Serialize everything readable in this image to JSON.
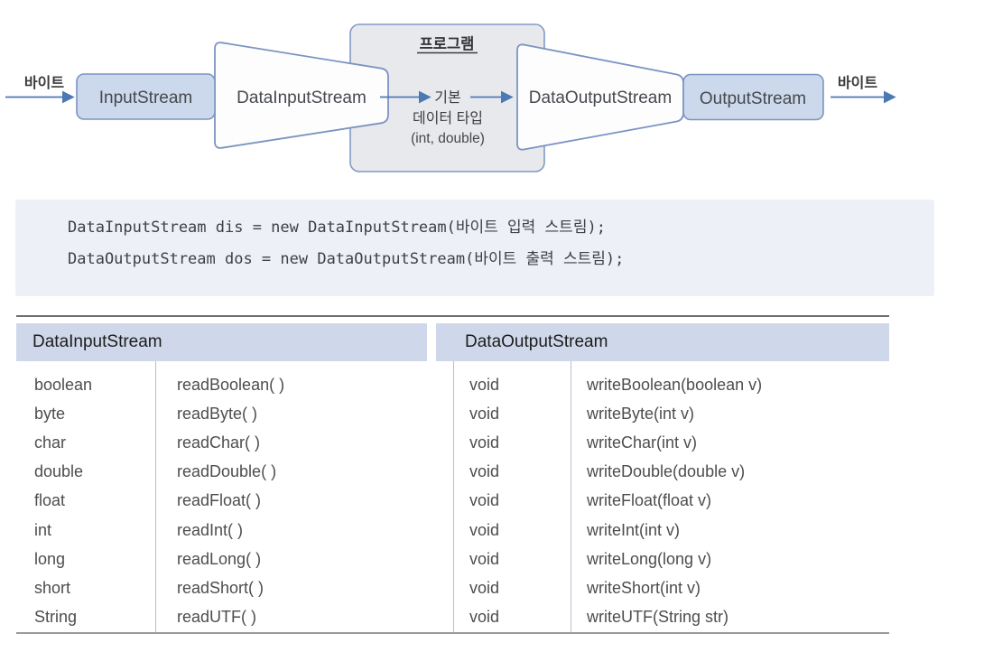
{
  "diagram": {
    "byte_label_left": "바이트",
    "byte_label_right": "바이트",
    "input_stream_label": "InputStream",
    "data_input_stream_label": "DataInputStream",
    "data_output_stream_label": "DataOutputStream",
    "output_stream_label": "OutputStream",
    "program_box": {
      "title": "프로그램",
      "line1": "기본",
      "line2": "데이터 타입",
      "line3": "(int, double)"
    },
    "colors": {
      "box_fill": "#ccd8eb",
      "box_border": "#7b94c1",
      "program_fill": "#e8e9ed",
      "program_border": "#8299c5",
      "arrow": "#4c78b4",
      "trapezoid_fill": "#fdfdfe"
    }
  },
  "code": {
    "background": "#edf1f7",
    "lines": [
      "DataInputStream dis = new DataInputStream(바이트 입력 스트림);",
      "DataOutputStream dos = new DataOutputStream(바이트 출력 스트림);"
    ]
  },
  "table": {
    "header_bg": "#cfd8ea",
    "headers": [
      "DataInputStream",
      "DataOutputStream"
    ],
    "rows": [
      {
        "type": "boolean",
        "read_method": "readBoolean( )",
        "return_type": "void",
        "write_method": "writeBoolean(boolean v)"
      },
      {
        "type": "byte",
        "read_method": "readByte( )",
        "return_type": "void",
        "write_method": "writeByte(int v)"
      },
      {
        "type": "char",
        "read_method": "readChar( )",
        "return_type": "void",
        "write_method": "writeChar(int v)"
      },
      {
        "type": "double",
        "read_method": "readDouble( )",
        "return_type": "void",
        "write_method": "writeDouble(double v)"
      },
      {
        "type": "float",
        "read_method": "readFloat( )",
        "return_type": "void",
        "write_method": "writeFloat(float v)"
      },
      {
        "type": "int",
        "read_method": "readInt( )",
        "return_type": "void",
        "write_method": "writeInt(int v)"
      },
      {
        "type": "long",
        "read_method": "readLong( )",
        "return_type": "void",
        "write_method": "writeLong(long v)"
      },
      {
        "type": "short",
        "read_method": "readShort( )",
        "return_type": "void",
        "write_method": "writeShort(int v)"
      },
      {
        "type": "String",
        "read_method": "readUTF( )",
        "return_type": "void",
        "write_method": "writeUTF(String str)"
      }
    ]
  }
}
